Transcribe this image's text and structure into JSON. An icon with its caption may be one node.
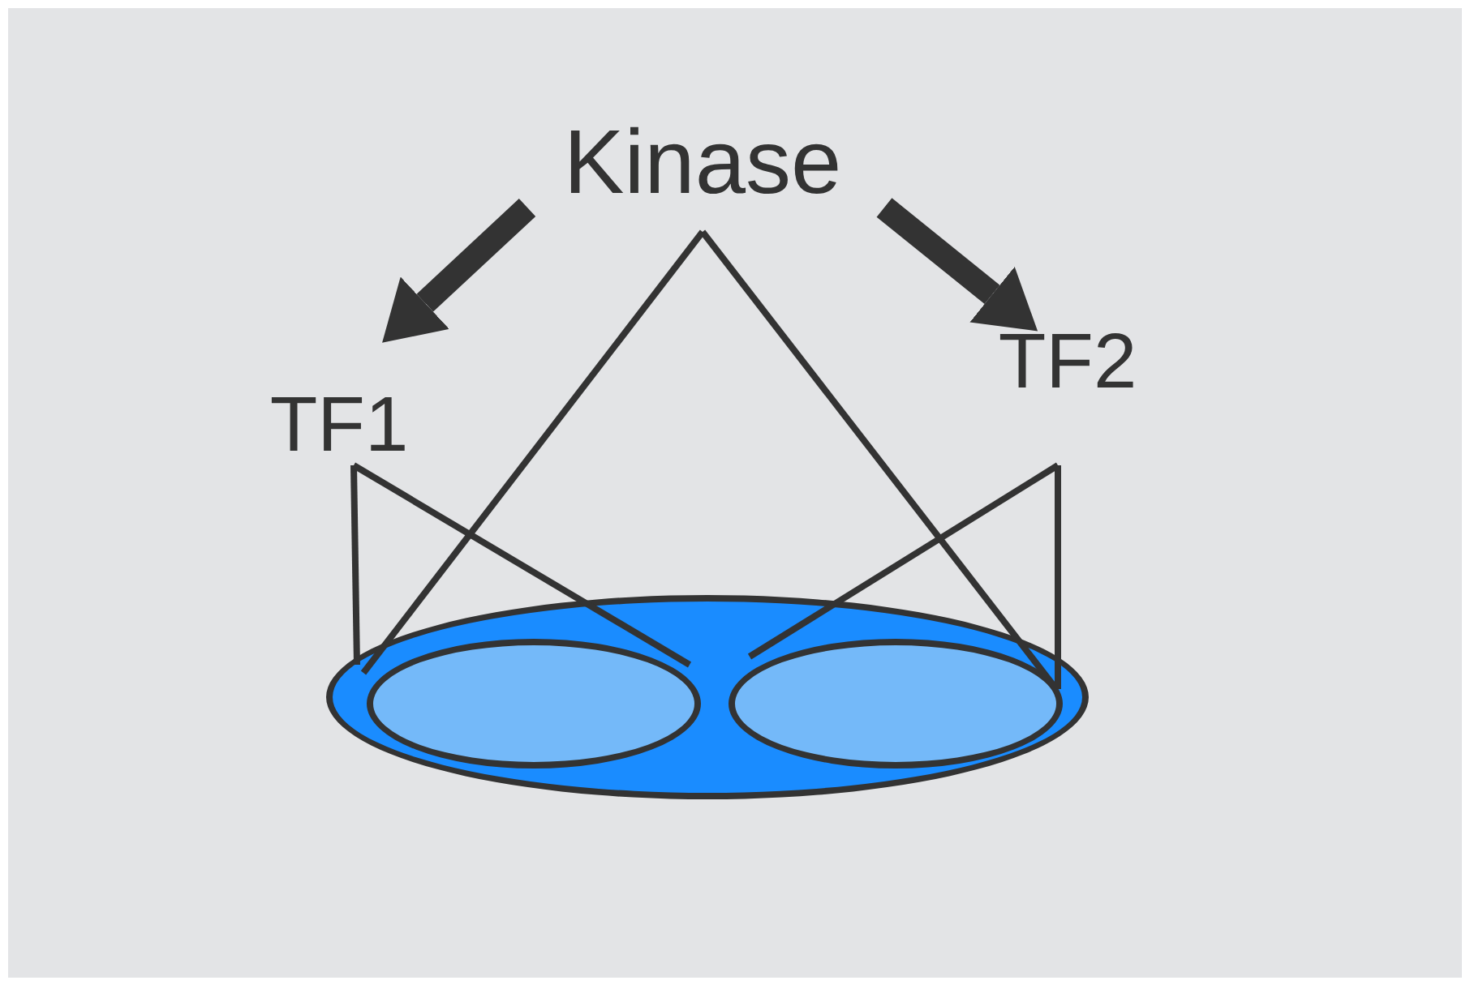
{
  "diagram": {
    "nodes": [
      {
        "text": [
          "Kinase"
        ]
      },
      {
        "text": [
          "TF1"
        ]
      },
      {
        "text": [
          "TF2"
        ]
      },
      {
        "text": [],
        "shape": "ellipse"
      },
      {
        "text": [],
        "shape": "ellipse",
        "in": 3
      },
      {
        "text": [],
        "shape": "ellipse",
        "in": 3
      }
    ],
    "edges": [
      {
        "from": 0,
        "to": 1,
        "arrow": "to",
        "style": "thick"
      },
      {
        "from": 0,
        "to": 2,
        "arrow": "to",
        "style": "thick"
      },
      {
        "from": 0,
        "to": 4,
        "arrow": "none"
      },
      {
        "from": 0,
        "to": 5,
        "arrow": "none"
      },
      {
        "from": 1,
        "to": 4,
        "arrow": "none"
      },
      {
        "from": 1,
        "to": 4,
        "arrow": "none"
      },
      {
        "from": 2,
        "to": 5,
        "arrow": "none"
      },
      {
        "from": 2,
        "to": 5,
        "arrow": "none"
      }
    ]
  }
}
